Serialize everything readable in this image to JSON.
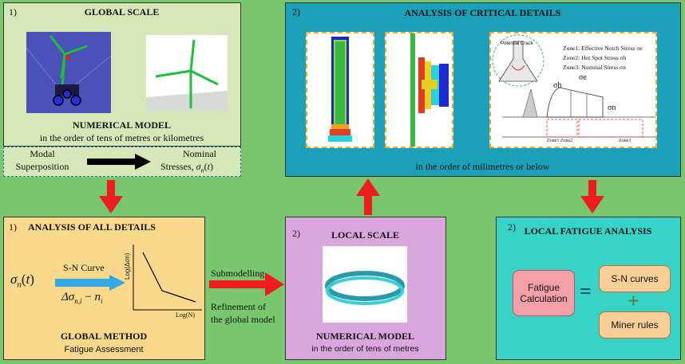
{
  "global_box": {
    "number": "1)",
    "title": "GLOBAL SCALE",
    "model_title": "NUMERICAL MODEL",
    "model_subtitle": "in the order of tens of metres or kilometres"
  },
  "modal_strip": {
    "left_line1": "Modal",
    "left_line2": "Superposition",
    "right_line1": "Nominal",
    "right_line2": "Stresses,"
  },
  "critical_box": {
    "number": "2)",
    "title": "ANALYSIS OF CRITICAL DETAILS",
    "subtitle": "in the order of milimetres or below",
    "zone1": "Zone1: Effective Notch Stress σe",
    "zone2": "Zone2: Hot Spot Stress σh",
    "zone3": "Zone3: Nominal Stress σn",
    "potential_crack": "Potential Crack",
    "sigma_h": "σh",
    "sigma_e": "σe",
    "sigma_n": "σn",
    "zone_labels_bottom": "Zone1 Zone2",
    "zone3_label": "Zone3"
  },
  "all_details_box": {
    "number": "1)",
    "title": "ANALYSIS OF ALL DETAILS",
    "sn_curve": "S-N Curve",
    "y_axis": "Log(Δσn)",
    "x_axis": "Log(N)",
    "method_title": "GLOBAL METHOD",
    "method_subtitle": "Fatigue Assessment"
  },
  "submodel": {
    "line1": "Submodelling",
    "line2": "Refinement of",
    "line3": "the global model"
  },
  "local_box": {
    "number": "2)",
    "title": "LOCAL SCALE",
    "model_title": "NUMERICAL MODEL",
    "model_subtitle": "in the order of tens of metres"
  },
  "fatigue_box": {
    "number": "2)",
    "title": "LOCAL FATIGUE ANALYSIS",
    "calc_line1": "Fatigue",
    "calc_line2": "Calculation",
    "equals": "=",
    "sn_curves": "S-N curves",
    "plus": "+",
    "miner": "Miner rules"
  },
  "colors": {
    "background": "#78c76e",
    "arrow_red": "#ee1c1c",
    "global": "#d6e8b8",
    "critical": "#1aa0b8",
    "all_details": "#fbd98c",
    "local": "#d9a6de",
    "fatigue": "#37d3c9"
  }
}
